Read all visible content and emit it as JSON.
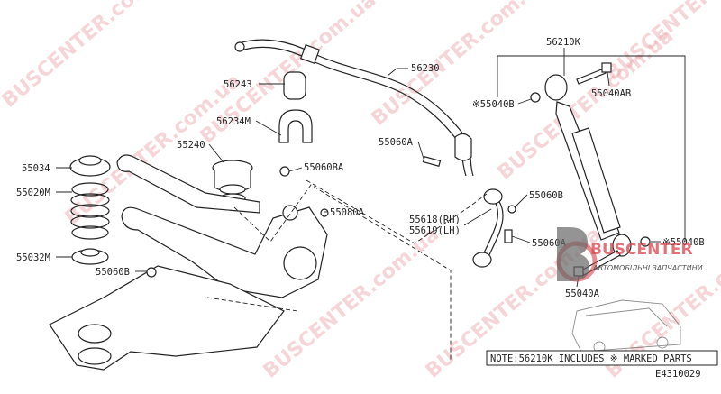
{
  "labels": {
    "l56230": "56230",
    "l56243": "56243",
    "l56234M": "56234M",
    "l55240": "55240",
    "l55034": "55034",
    "l55020M": "55020M",
    "l55032M": "55032M",
    "l55060B_left": "55060B",
    "l55060BA": "55060BA",
    "l55080A": "55080A",
    "l55060A_top": "55060A",
    "l55618": "55618(RH)",
    "l55619": "55619(LH)",
    "l55060B_right": "55060B",
    "l55060A_right": "55060A",
    "l56210K": "56210K",
    "l55040B_top": "※55040B",
    "l55040AB": "55040AB",
    "l55040B_bottom": "※55040B",
    "l55040A": "55040A"
  },
  "note": "NOTE:56210K INCLUDES ※ MARKED PARTS",
  "diagram_code": "E4310029",
  "watermark": {
    "text": "BUSCENTER.com.ua",
    "color": "#e9a3a8"
  },
  "logo": {
    "brand": "BUSCENTER",
    "tagline": "АВТОМОБІЛЬНІ ЗАПЧАСТИНИ",
    "accent": "#d9434b"
  }
}
